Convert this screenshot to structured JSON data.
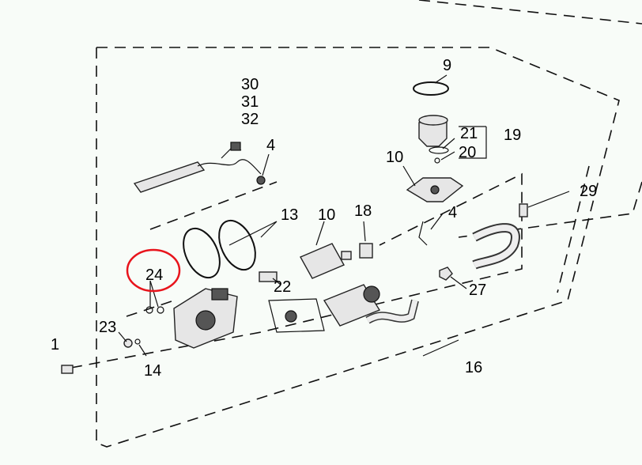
{
  "diagram": {
    "title": "Fuel pump assembly exploded view",
    "highlight_color": "#e8141c",
    "highlighted_part": "24",
    "callouts": [
      "30",
      "31",
      "32",
      "4",
      "13",
      "10",
      "18",
      "24",
      "22",
      "23",
      "14",
      "1",
      "9",
      "21",
      "20",
      "19",
      "10",
      "4",
      "29",
      "27",
      "16"
    ]
  }
}
